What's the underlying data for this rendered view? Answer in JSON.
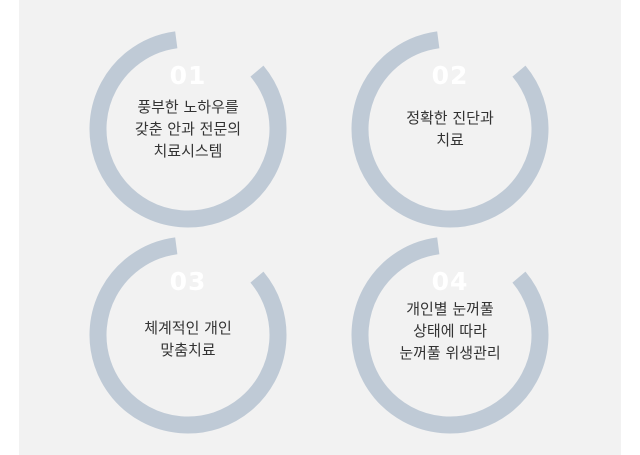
{
  "colors": {
    "ring": "#bfcad6",
    "background": "#f2f2f2",
    "number": "#ffffff",
    "text": "#333333"
  },
  "items": [
    {
      "number": "01",
      "lines": [
        "풍부한 노하우를",
        "갖춘 안과 전문의",
        "치료시스템"
      ]
    },
    {
      "number": "02",
      "lines": [
        "정확한 진단과",
        "치료"
      ]
    },
    {
      "number": "03",
      "lines": [
        "체계적인 개인",
        "맞춤치료"
      ]
    },
    {
      "number": "04",
      "lines": [
        "개인별 눈꺼풀",
        "상태에 따라",
        "눈꺼풀 위생관리"
      ]
    }
  ]
}
